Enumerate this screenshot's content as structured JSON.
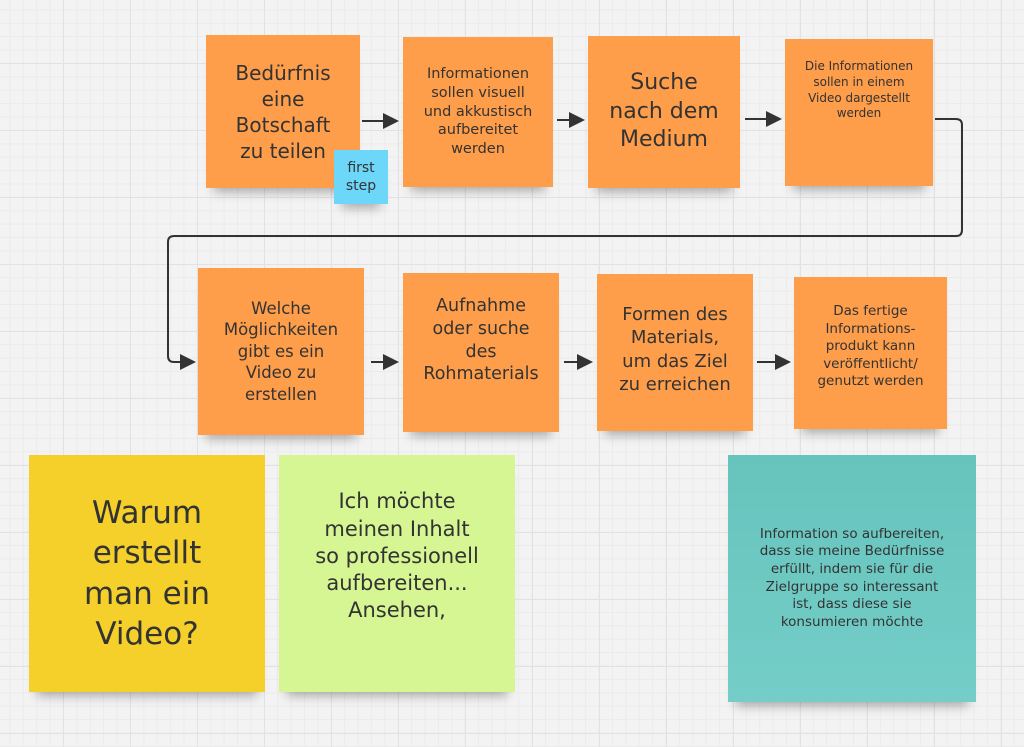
{
  "colors": {
    "orange": "#fe9d4a",
    "blue": "#6dd7f9",
    "yellow": "#f5d02a",
    "lime": "#d6f693",
    "teal": "#68c7c0"
  },
  "process_row1": [
    {
      "text": "Bedürfnis\neine\nBotschaft\nzu teilen"
    },
    {
      "text": "Informationen\nsollen visuell\nund akkustisch\naufbereitet\nwerden"
    },
    {
      "text": "Suche\nnach dem\nMedium"
    },
    {
      "text": "Die Informationen\nsollen in einem\nVideo dargestellt\nwerden"
    }
  ],
  "first_step_tag": "first\nstep",
  "process_row2": [
    {
      "text": "Welche\nMöglichkeiten\ngibt es ein\nVideo zu\nerstellen"
    },
    {
      "text": "Aufnahme\noder suche\ndes\nRohmaterials"
    },
    {
      "text": "Formen des\nMaterials,\num das Ziel\nzu erreichen"
    },
    {
      "text": "Das fertige\nInformations-\nprodukt kann\nveröffentlicht/\ngenutzt werden"
    }
  ],
  "question_note": "Warum\nerstellt\nman ein\nVideo?",
  "answer_note": "Ich möchte\nmeinen Inhalt\nso professionell\naufbereiten...\nAnsehen,",
  "goal_note": "Information so aufbereiten,\ndass sie meine Bedürfnisse\nerfüllt, indem sie für die\nZielgruppe so interessant\nist, dass diese sie\nkonsumieren möchte"
}
